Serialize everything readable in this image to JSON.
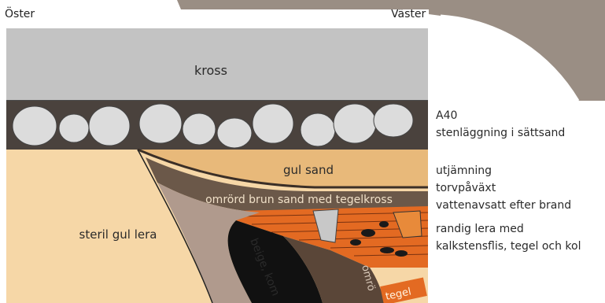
{
  "orientation": {
    "east": "Öster",
    "west": "Väster"
  },
  "layers": {
    "kross": "kross",
    "gul_sand": "gul sand",
    "omrord_brun_sand": "omrörd brun sand med tegelkross",
    "steril_gul_lera": "steril gul lera",
    "beige_kom": "beige, kom",
    "omro": "omrö",
    "tegel": "tegel"
  },
  "notes": {
    "a40_id": "A40",
    "a40_desc": "stenläggning i sättsand",
    "utjamning": "utjämning",
    "torvpavaxt": "torvpåväxt",
    "vattenavsatt": "vattenavsatt efter brand",
    "randig_lera_1": "randig lera med",
    "randig_lera_2": "kalkstensflis, tegel och kol"
  },
  "colors": {
    "kross": "#c3c3c3",
    "stone_band": "#4a423d",
    "stone": "#dcdcdc",
    "gul_sand": "#e8b97a",
    "steril_lera": "#f6d7a7",
    "brown_layer": "#6b5849",
    "beige": "#b09a8d",
    "black": "#111111",
    "dark_brown": "#5a4638",
    "orange_clay": "#e36a22",
    "photo": "#9a8e84"
  }
}
